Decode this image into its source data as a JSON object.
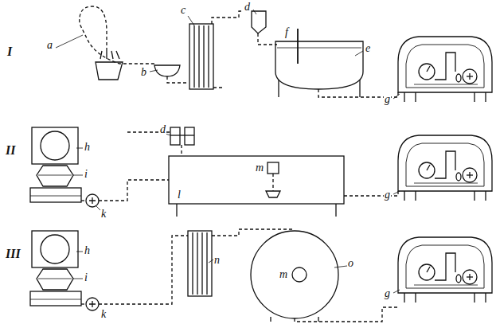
{
  "diagram": {
    "labels": [
      "I",
      "a",
      "b",
      "c",
      "d",
      "f",
      "e",
      "g",
      "II",
      "d",
      "h",
      "i",
      "k",
      "l",
      "m",
      "g",
      "III",
      "h",
      "i",
      "k",
      "n",
      "m",
      "o",
      "g"
    ]
  }
}
